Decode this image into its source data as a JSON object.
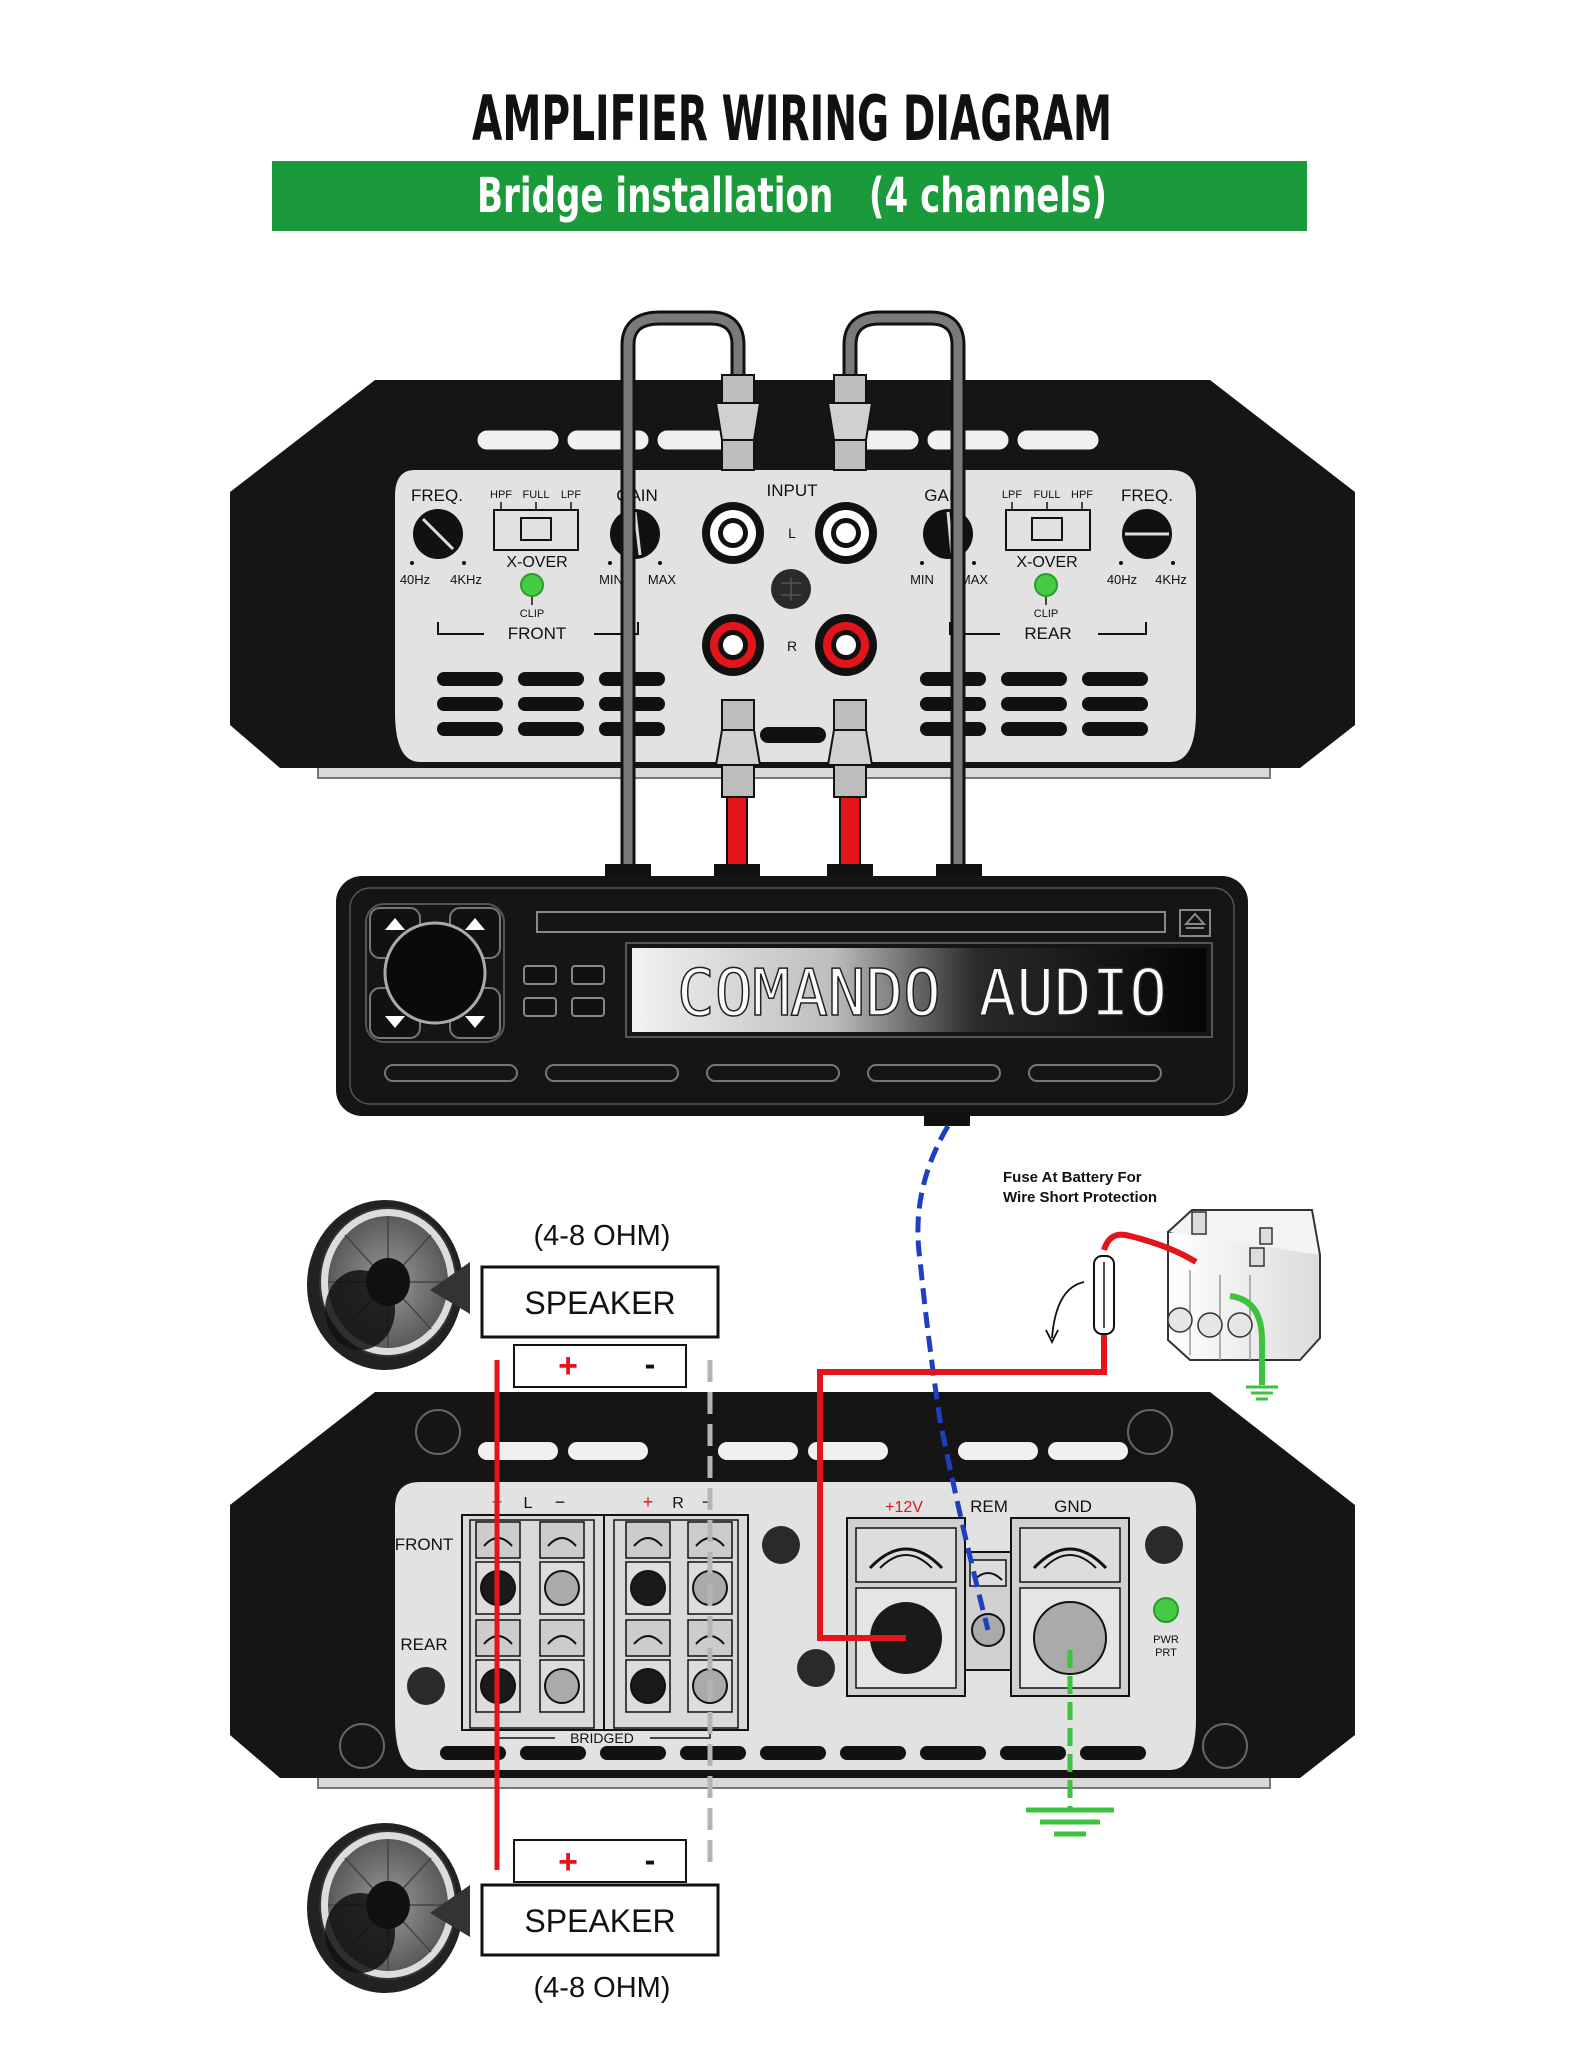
{
  "header": {
    "title": "AMPLIFIER WIRING DIAGRAM",
    "subtitle": "Bridge installation   (4 channels)",
    "banner_color": "#1a9a3a"
  },
  "top_amp": {
    "left_channel": {
      "freq_label": "FREQ.",
      "freq_min": "40Hz",
      "freq_max": "4KHz",
      "xover_options": [
        "HPF",
        "FULL",
        "LPF"
      ],
      "xover_label": "X-OVER",
      "gain_label": "GAIN",
      "gain_min": "MIN",
      "gain_max": "MAX",
      "clip_label": "CLIP",
      "section_label": "FRONT"
    },
    "right_channel": {
      "freq_label": "FREQ.",
      "freq_min": "40Hz",
      "freq_max": "4KHz",
      "xover_options": [
        "LPF",
        "FULL",
        "HPF"
      ],
      "xover_label": "X-OVER",
      "gain_label": "GAIN",
      "gain_min": "MIN",
      "gain_max": "MAX",
      "clip_label": "CLIP",
      "section_label": "REAR"
    },
    "input_label": "INPUT",
    "input_left": "L",
    "input_right": "R"
  },
  "head_unit": {
    "display_text": "COMANDO AUDIO"
  },
  "fuse_note": {
    "line1": "Fuse At Battery For",
    "line2": "Wire Short Protection"
  },
  "speakers": {
    "top": {
      "impedance": "(4-8 OHM)",
      "label": "SPEAKER",
      "plus": "+",
      "minus": "-"
    },
    "bottom": {
      "impedance": "(4-8 OHM)",
      "label": "SPEAKER",
      "plus": "+",
      "minus": "-"
    }
  },
  "bottom_amp": {
    "front_label": "FRONT",
    "rear_label": "REAR",
    "term_left_plus": "+",
    "term_left_l": "L",
    "term_left_minus": "−",
    "term_right_plus": "+",
    "term_right_r": "R",
    "term_right_minus": "−",
    "bridged_label": "BRIDGED",
    "power_12v": "+12V",
    "power_rem": "REM",
    "power_gnd": "GND",
    "pwr_line1": "PWR",
    "pwr_line2": "PRT"
  },
  "colors": {
    "wire_power": "#e3151b",
    "wire_remote": "#1e3fc0",
    "wire_ground": "#3cc23c",
    "wire_speaker_neg": "#b5b5b5",
    "rca_left": "#7a7a7a",
    "rca_right": "#e3151b",
    "led": "#44cc44",
    "amp_body": "#151515",
    "amp_panel": "#e2e2e2"
  }
}
